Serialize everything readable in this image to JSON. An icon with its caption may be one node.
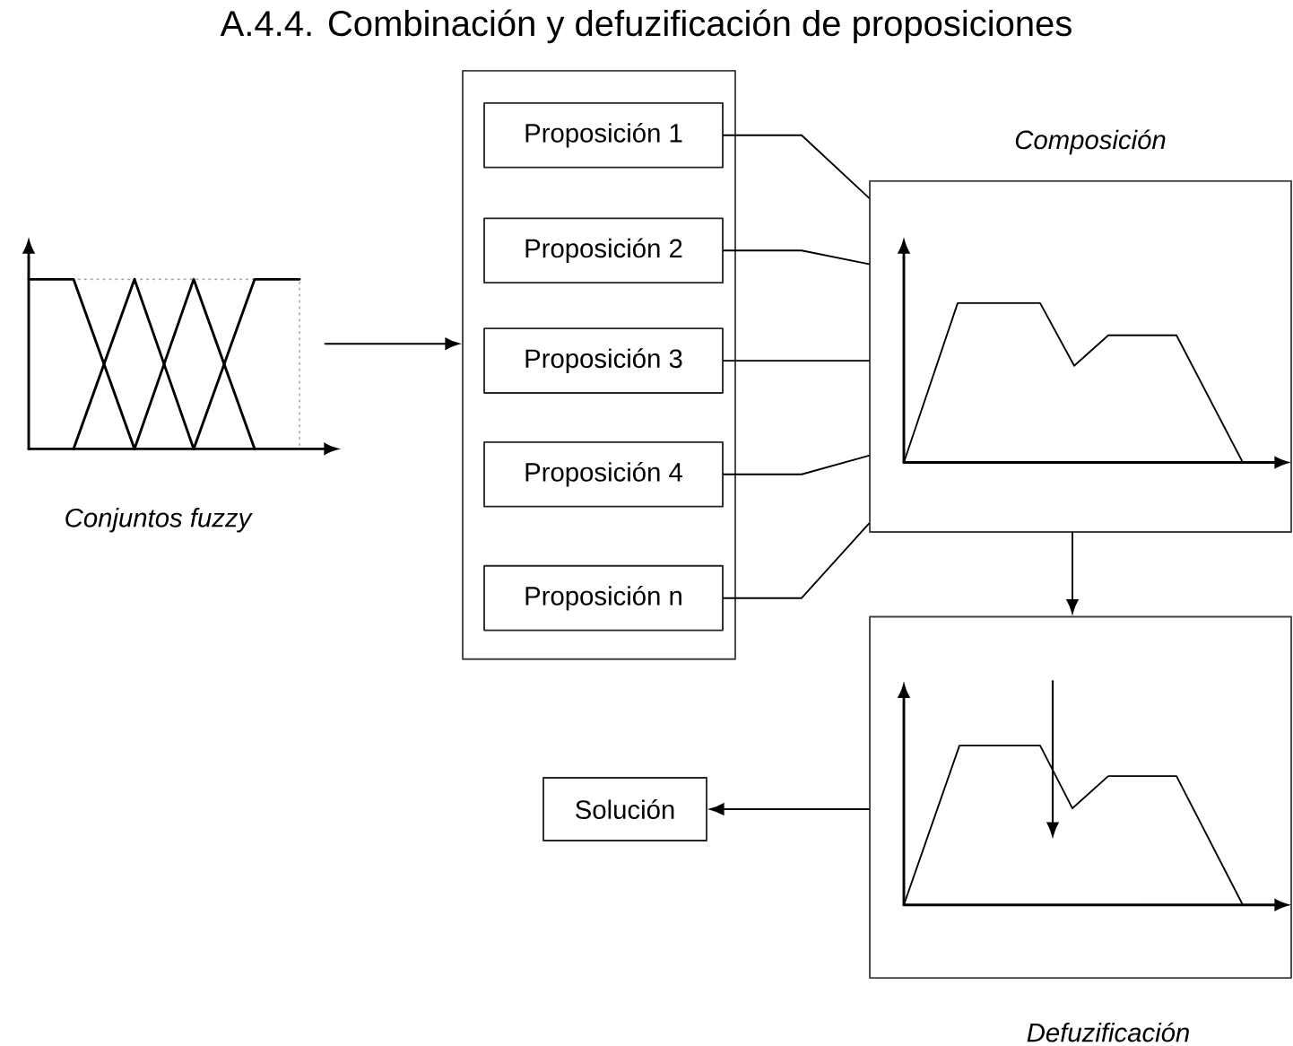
{
  "diagram": {
    "title": "A.4.4. Combinación y defuzificación de proposiciones",
    "nodes": [
      {
        "text": [],
        "shape": "picture",
        "beside": [
          "Conjuntos fuzzy"
        ]
      },
      {
        "text": [],
        "shape": "box"
      },
      {
        "text": [
          "Proposición 1"
        ],
        "in": 1
      },
      {
        "text": [
          "Proposición 2"
        ],
        "in": 1
      },
      {
        "text": [
          "Proposición 3"
        ],
        "in": 1
      },
      {
        "text": [
          "Proposición 4"
        ],
        "in": 1
      },
      {
        "text": [
          "Proposición n"
        ],
        "in": 1
      },
      {
        "text": [],
        "shape": "box",
        "beside": [
          "Composición"
        ]
      },
      {
        "text": [],
        "shape": "box",
        "beside": [
          "Defuzificación"
        ]
      },
      {
        "text": [
          "Solución"
        ]
      }
    ],
    "edges": [
      {
        "from": 0,
        "to": 1,
        "arrow": "to"
      },
      {
        "from": 2,
        "to": 7,
        "arrow": "none"
      },
      {
        "from": 3,
        "to": 7,
        "arrow": "none"
      },
      {
        "from": 4,
        "to": 7,
        "arrow": "none"
      },
      {
        "from": 5,
        "to": 7,
        "arrow": "none"
      },
      {
        "from": 6,
        "to": 7,
        "arrow": "none"
      },
      {
        "from": 7,
        "to": 8,
        "arrow": "to"
      },
      {
        "from": 8,
        "to": 9,
        "arrow": "to"
      }
    ]
  }
}
